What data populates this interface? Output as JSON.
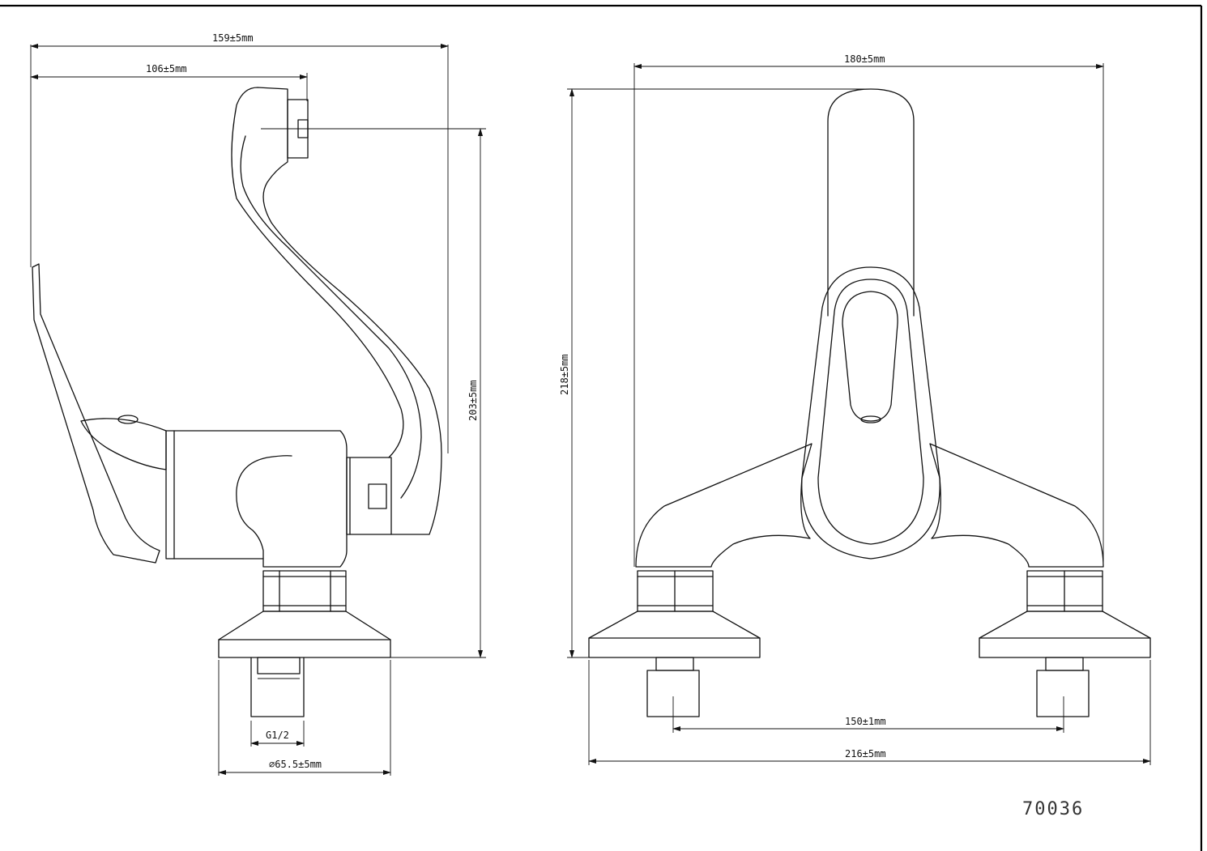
{
  "drawing": {
    "model_number": "70036",
    "side_view": {
      "overall_width": "159±5mm",
      "spout_reach": "106±5mm",
      "height": "203±5mm",
      "thread": "G1/2",
      "base_diameter": "∅65.5±5mm"
    },
    "front_view": {
      "body_width": "180±5mm",
      "height": "218±5mm",
      "center_distance": "150±1mm",
      "overall_width": "216±5mm"
    }
  }
}
